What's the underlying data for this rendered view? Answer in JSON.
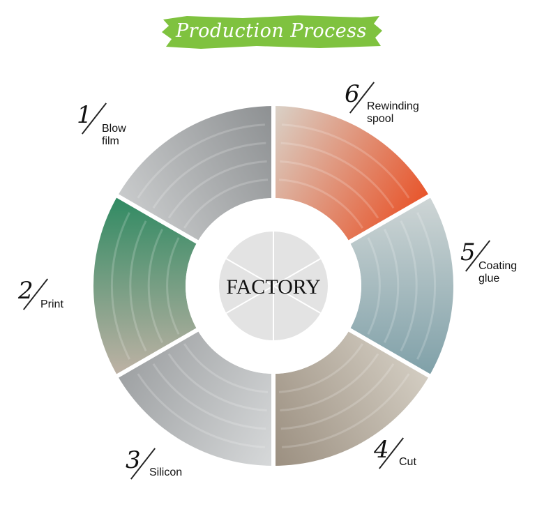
{
  "title": "Production Process",
  "center_label": "FACTORY",
  "colors": {
    "banner_green": "#7fc23f",
    "ring_gap": "#ffffff",
    "center_disk": "#e3e3e3",
    "center_lines": "#ffffff"
  },
  "steps": [
    {
      "number": "1",
      "label": "Blow film",
      "photo_tone": [
        "#c9cbcc",
        "#8d9092"
      ]
    },
    {
      "number": "2",
      "label": "Print",
      "photo_tone": [
        "#bfb2a5",
        "#2f8a62"
      ]
    },
    {
      "number": "3",
      "label": "Silicon",
      "photo_tone": [
        "#d7d9da",
        "#9ea1a3"
      ]
    },
    {
      "number": "4",
      "label": "Cut",
      "photo_tone": [
        "#d3cdc2",
        "#9b8f80"
      ]
    },
    {
      "number": "5",
      "label": "Coating\nglue",
      "photo_tone": [
        "#cfd6d6",
        "#7fa0a8"
      ]
    },
    {
      "number": "6",
      "label": "Rewinding\nspool",
      "photo_tone": [
        "#d9d2c8",
        "#e8542a"
      ]
    }
  ]
}
